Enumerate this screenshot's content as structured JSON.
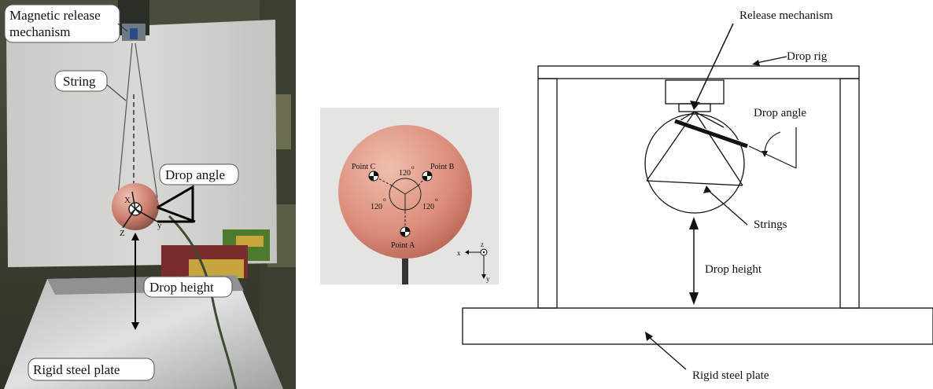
{
  "left_photo": {
    "labels": {
      "magnetic_release_line1": "Magnetic release",
      "magnetic_release_line2": "mechanism",
      "string": "String",
      "drop_angle": "Drop angle",
      "drop_height": "Drop height",
      "rigid_steel_plate": "Rigid steel plate"
    },
    "axes": {
      "x": "X",
      "y": "y",
      "z": "Z"
    }
  },
  "middle_photo": {
    "points": {
      "a": "Point A",
      "b": "Point B",
      "c": "Point C"
    },
    "angles": {
      "top": "120",
      "left": "120",
      "right": "120",
      "degree": "o"
    },
    "axes": {
      "x": "x",
      "y": "y",
      "z": "z"
    }
  },
  "schematic": {
    "labels": {
      "release_mechanism": "Release mechanism",
      "drop_rig": "Drop rig",
      "drop_angle": "Drop angle",
      "strings": "Strings",
      "drop_height": "Drop height",
      "rigid_steel_plate": "Rigid steel plate"
    }
  }
}
